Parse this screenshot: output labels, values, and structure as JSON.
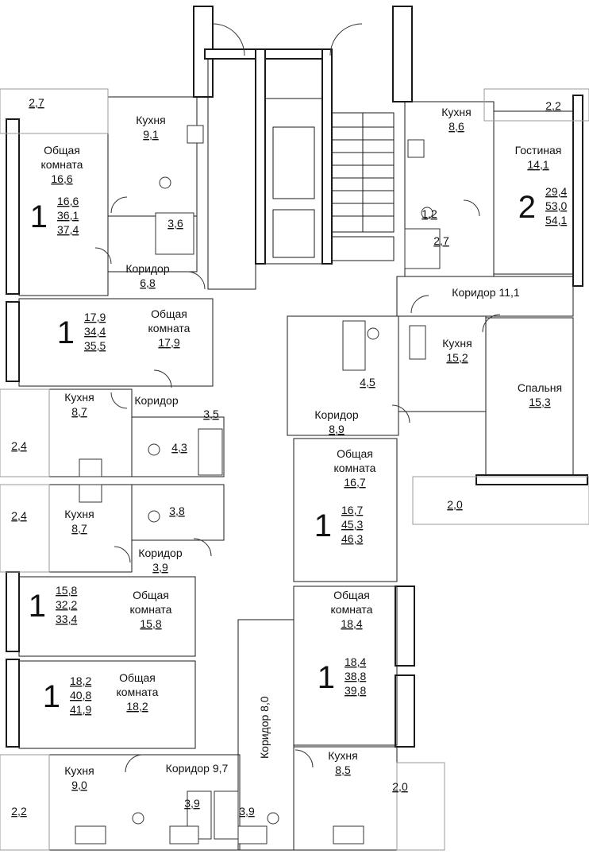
{
  "rooms": [
    {
      "id": "a1-balcony",
      "lines": [
        "2,7"
      ]
    },
    {
      "id": "a1-kitchen",
      "lines": [
        "Кухня",
        "9,1"
      ]
    },
    {
      "id": "a1-living",
      "lines": [
        "Общая",
        "комната",
        "16,6"
      ]
    },
    {
      "id": "a1-areas",
      "big": "1",
      "lines": [
        "16,6",
        "36,1",
        "37,4"
      ]
    },
    {
      "id": "a1-bath",
      "lines": [
        "3,6"
      ]
    },
    {
      "id": "a1-corridor",
      "lines": [
        "Коридор",
        "6,8"
      ]
    },
    {
      "id": "a2-areas",
      "big": "1",
      "lines": [
        "17,9",
        "34,4",
        "35,5"
      ]
    },
    {
      "id": "a2-living",
      "lines": [
        "Общая",
        "комната",
        "17,9"
      ]
    },
    {
      "id": "a2-balcony",
      "lines": [
        "2,4"
      ]
    },
    {
      "id": "a2-kitchen",
      "lines": [
        "Кухня",
        "8,7"
      ]
    },
    {
      "id": "a2-corridor",
      "lines": [
        "Коридор"
      ]
    },
    {
      "id": "a2-corr-val",
      "lines": [
        "3,5"
      ]
    },
    {
      "id": "a2-bath",
      "lines": [
        "4,3"
      ]
    },
    {
      "id": "a3-balcony",
      "lines": [
        "2,4"
      ]
    },
    {
      "id": "a3-kitchen",
      "lines": [
        "Кухня",
        "8,7"
      ]
    },
    {
      "id": "a3-bath",
      "lines": [
        "3,8"
      ]
    },
    {
      "id": "a3-corridor",
      "lines": [
        "Коридор",
        "3,9"
      ]
    },
    {
      "id": "a3-areas",
      "big": "1",
      "lines": [
        "15,8",
        "32,2",
        "33,4"
      ]
    },
    {
      "id": "a3-living",
      "lines": [
        "Общая",
        "комната",
        "15,8"
      ]
    },
    {
      "id": "a4-areas",
      "big": "1",
      "lines": [
        "18,2",
        "40,8",
        "41,9"
      ]
    },
    {
      "id": "a4-living",
      "lines": [
        "Общая",
        "комната",
        "18,2"
      ]
    },
    {
      "id": "a4-balcony",
      "lines": [
        "2,2"
      ]
    },
    {
      "id": "a4-kitchen",
      "lines": [
        "Кухня",
        "9,0"
      ]
    },
    {
      "id": "a4-corridor",
      "lines": [
        "Коридор 9,7"
      ]
    },
    {
      "id": "a4-bath",
      "lines": [
        "3,9"
      ]
    },
    {
      "id": "hall-corridor",
      "lines": [
        "Коридор 8,0"
      ]
    },
    {
      "id": "a5-bath",
      "lines": [
        "3,9"
      ]
    },
    {
      "id": "a5-kitchen",
      "lines": [
        "Кухня",
        "8,5"
      ]
    },
    {
      "id": "a5-balcony",
      "lines": [
        "2,0"
      ]
    },
    {
      "id": "a5-living",
      "lines": [
        "Общая",
        "комната",
        "18,4"
      ]
    },
    {
      "id": "a5-areas",
      "big": "1",
      "lines": [
        "18,4",
        "38,8",
        "39,8"
      ]
    },
    {
      "id": "a6-living",
      "lines": [
        "Общая",
        "комната",
        "16,7"
      ]
    },
    {
      "id": "a6-areas",
      "big": "1",
      "lines": [
        "16,7",
        "45,3",
        "46,3"
      ]
    },
    {
      "id": "a6-corridor",
      "lines": [
        "Коридор",
        "8,9"
      ]
    },
    {
      "id": "a6-bath",
      "lines": [
        "4,5"
      ]
    },
    {
      "id": "a6-kitchen",
      "lines": [
        "Кухня",
        "15,2"
      ]
    },
    {
      "id": "a6-balcony",
      "lines": [
        "2,0"
      ]
    },
    {
      "id": "a7-kitchen",
      "lines": [
        "Кухня",
        "8,6"
      ]
    },
    {
      "id": "a7-balcony",
      "lines": [
        "2,2"
      ]
    },
    {
      "id": "a7-living",
      "lines": [
        "Гостиная",
        "14,1"
      ]
    },
    {
      "id": "a7-areas",
      "big": "2",
      "lines": [
        "29,4",
        "53,0",
        "54,1"
      ]
    },
    {
      "id": "a7-wc",
      "lines": [
        "1,2"
      ]
    },
    {
      "id": "a7-bath",
      "lines": [
        "2,7"
      ]
    },
    {
      "id": "a7-corridor",
      "lines": [
        "Коридор  11,1"
      ]
    },
    {
      "id": "a7-bedroom",
      "lines": [
        "Спальня",
        "15,3"
      ]
    }
  ]
}
